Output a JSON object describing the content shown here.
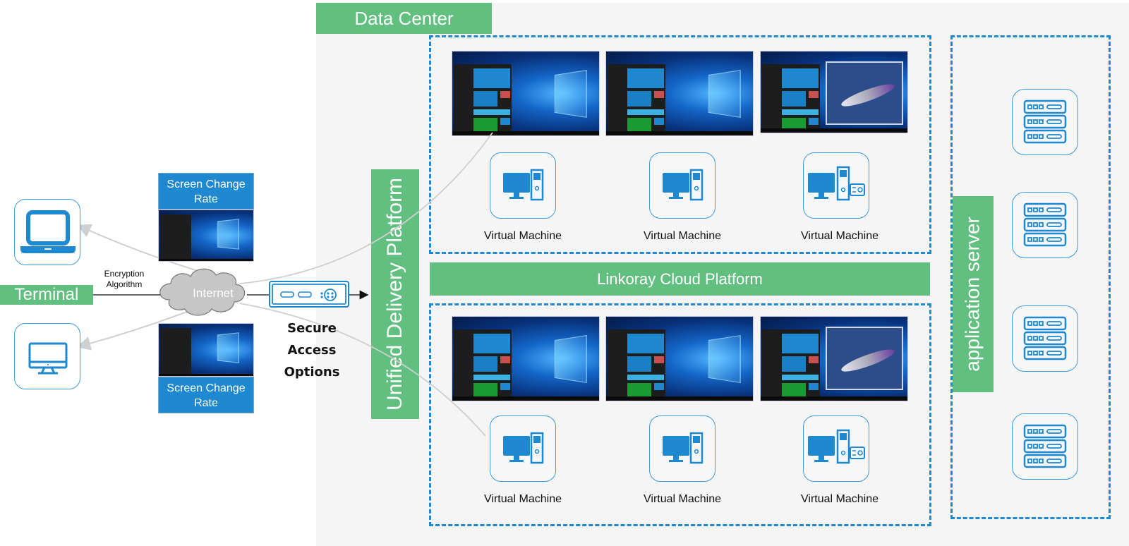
{
  "data_center": {
    "title": "Data Center",
    "cloud_platform_label": "Linkoray Cloud Platform",
    "unified_delivery_label": "Unified Delivery Platform",
    "application_server_label": "application server",
    "vm_groups": [
      {
        "name": "top",
        "machines": [
          {
            "label": "Virtual Machine",
            "icon": "desktop-tower-icon",
            "screen": "windows-10-desktop"
          },
          {
            "label": "Virtual Machine",
            "icon": "desktop-tower-icon",
            "screen": "windows-10-desktop"
          },
          {
            "label": "Virtual Machine",
            "icon": "workstation-icon",
            "screen": "windows-10-cad-airplane"
          }
        ]
      },
      {
        "name": "bottom",
        "machines": [
          {
            "label": "Virtual Machine",
            "icon": "desktop-tower-icon",
            "screen": "windows-10-desktop"
          },
          {
            "label": "Virtual Machine",
            "icon": "desktop-tower-icon",
            "screen": "windows-10-desktop"
          },
          {
            "label": "Virtual Machine",
            "icon": "workstation-icon",
            "screen": "windows-10-cad-airplane"
          }
        ]
      }
    ],
    "servers": [
      {
        "icon": "server-rack-icon"
      },
      {
        "icon": "server-rack-icon"
      },
      {
        "icon": "server-rack-icon"
      },
      {
        "icon": "server-rack-icon"
      }
    ]
  },
  "client": {
    "terminal_label": "Terminal",
    "devices": [
      {
        "icon": "laptop-icon"
      },
      {
        "icon": "monitor-icon"
      }
    ],
    "screen_change_rate_top": "Screen Change Rate",
    "screen_change_rate_bottom": "Screen Change Rate",
    "encryption_label": "Encryption Algorithm",
    "internet_label": "Internet",
    "secure_access_label": "Secure Access Options"
  },
  "colors": {
    "green": "#61c07f",
    "blue": "#1e88d0",
    "background": "#f5f5f5"
  }
}
